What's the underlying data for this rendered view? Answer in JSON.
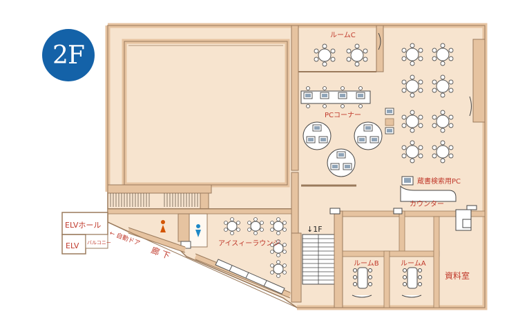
{
  "floor": {
    "label": "2F"
  },
  "rooms": {
    "room_c": "ルームC",
    "pc_corner": "PCコーナー",
    "catalog_pc": "蔵書検索用PC",
    "counter": "カウンター",
    "issy_lounge": "アイスィーラウンジ",
    "room_b": "ルームB",
    "room_a": "ルームA",
    "reference_room": "資料室",
    "corridor": "廊 下",
    "auto_door": "← 自動ドア",
    "balcony": "バルコニー",
    "elv_hall": "ELVホール",
    "elv": "ELV",
    "stairs_down": "↓1F"
  },
  "colors": {
    "floor_fill": "#f7e4cf",
    "wall": "#e6c3a0",
    "wall_edge": "#9a7a5c",
    "text_red": "#c0392b",
    "badge": "#1462a8"
  },
  "icons": [
    "women-restroom-icon",
    "men-restroom-icon",
    "table-icon",
    "pc-icon",
    "stairs-icon"
  ]
}
